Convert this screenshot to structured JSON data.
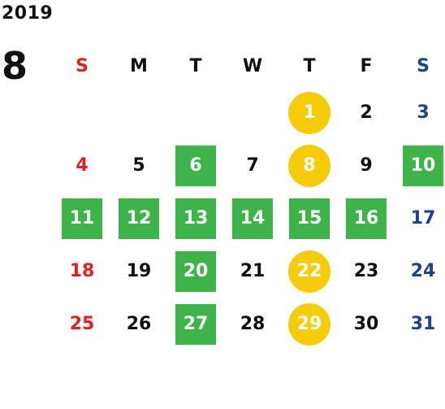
{
  "year": "2019",
  "month": "8",
  "weekdays": [
    "S",
    "M",
    "T",
    "W",
    "T",
    "F",
    "S"
  ],
  "weeks": [
    [
      {
        "day": "",
        "style": "none"
      },
      {
        "day": "",
        "style": "none"
      },
      {
        "day": "",
        "style": "none"
      },
      {
        "day": "",
        "style": "none"
      },
      {
        "day": "1",
        "style": "yellow"
      },
      {
        "day": "2",
        "style": "none"
      },
      {
        "day": "3",
        "style": "none"
      }
    ],
    [
      {
        "day": "4",
        "style": "none"
      },
      {
        "day": "5",
        "style": "none"
      },
      {
        "day": "6",
        "style": "green"
      },
      {
        "day": "7",
        "style": "none"
      },
      {
        "day": "8",
        "style": "yellow"
      },
      {
        "day": "9",
        "style": "none"
      },
      {
        "day": "10",
        "style": "green"
      }
    ],
    [
      {
        "day": "11",
        "style": "green"
      },
      {
        "day": "12",
        "style": "green"
      },
      {
        "day": "13",
        "style": "green"
      },
      {
        "day": "14",
        "style": "green"
      },
      {
        "day": "15",
        "style": "green"
      },
      {
        "day": "16",
        "style": "green"
      },
      {
        "day": "17",
        "style": "none"
      }
    ],
    [
      {
        "day": "18",
        "style": "none"
      },
      {
        "day": "19",
        "style": "none"
      },
      {
        "day": "20",
        "style": "green"
      },
      {
        "day": "21",
        "style": "none"
      },
      {
        "day": "22",
        "style": "yellow"
      },
      {
        "day": "23",
        "style": "none"
      },
      {
        "day": "24",
        "style": "none"
      }
    ],
    [
      {
        "day": "25",
        "style": "none"
      },
      {
        "day": "26",
        "style": "none"
      },
      {
        "day": "27",
        "style": "green"
      },
      {
        "day": "28",
        "style": "none"
      },
      {
        "day": "29",
        "style": "yellow"
      },
      {
        "day": "30",
        "style": "none"
      },
      {
        "day": "31",
        "style": "none"
      }
    ]
  ],
  "colors": {
    "sunday": "#e02020",
    "saturday": "#1f3f8f",
    "green_highlight": "#3db34a",
    "yellow_highlight": "#f5cb0a"
  }
}
